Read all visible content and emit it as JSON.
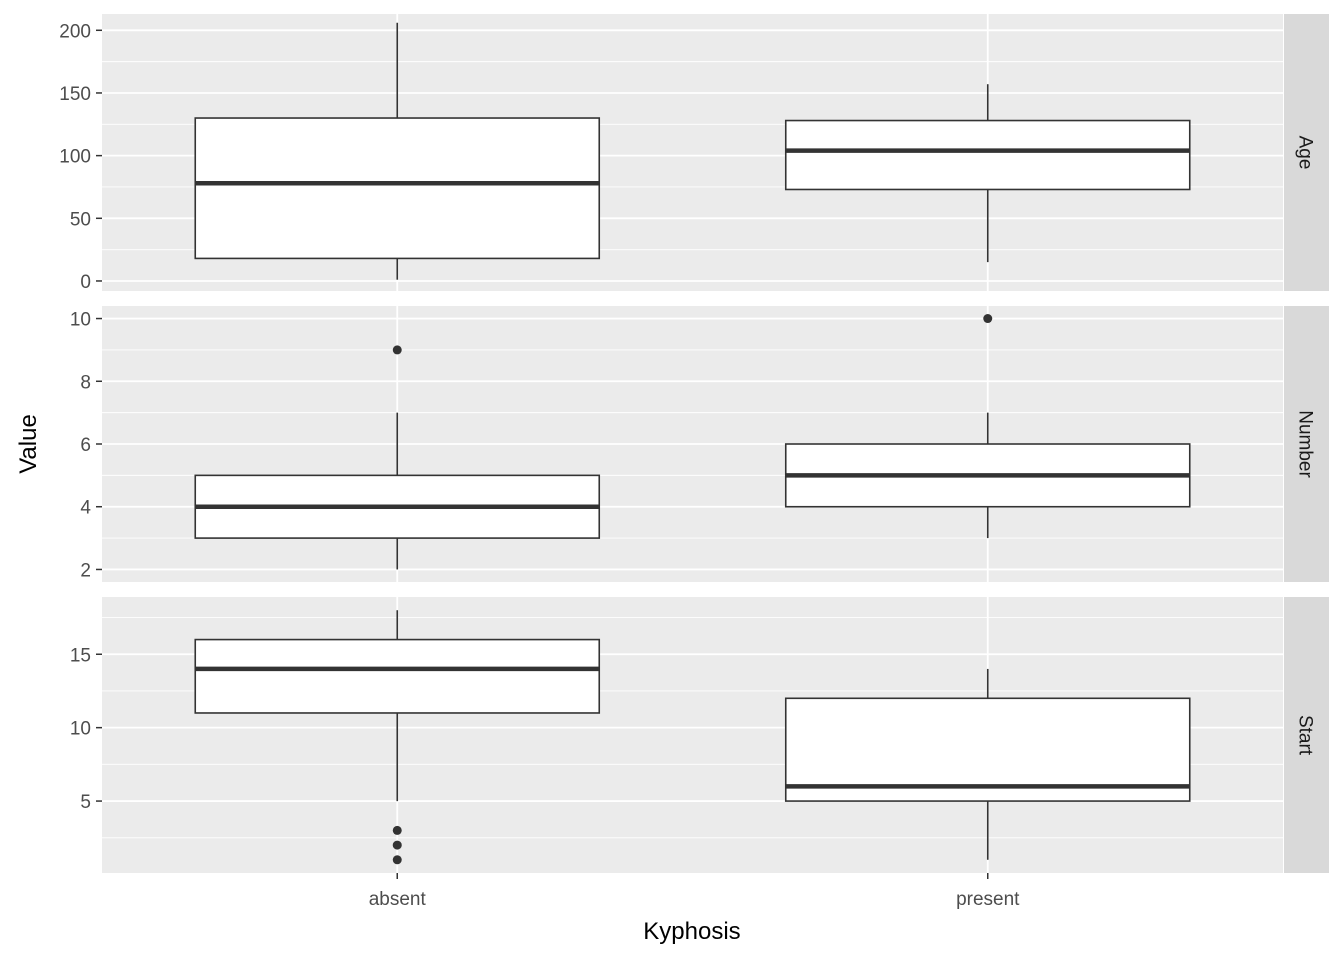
{
  "chart_data": {
    "type": "box",
    "xlabel": "Kyphosis",
    "ylabel": "Value",
    "categories": [
      "absent",
      "present"
    ],
    "facets": [
      {
        "label": "Age",
        "ylim": [
          -8,
          213
        ],
        "yticks": [
          0,
          50,
          100,
          150,
          200
        ],
        "boxes": [
          {
            "category": "absent",
            "whisker_low": 1,
            "q1": 18,
            "median": 78,
            "q3": 130,
            "whisker_high": 206,
            "outliers": []
          },
          {
            "category": "present",
            "whisker_low": 15,
            "q1": 73,
            "median": 104,
            "q3": 128,
            "whisker_high": 157,
            "outliers": []
          }
        ]
      },
      {
        "label": "Number",
        "ylim": [
          1.6,
          10.4
        ],
        "yticks": [
          2,
          4,
          6,
          8,
          10
        ],
        "boxes": [
          {
            "category": "absent",
            "whisker_low": 2,
            "q1": 3,
            "median": 4,
            "q3": 5,
            "whisker_high": 7,
            "outliers": [
              9
            ]
          },
          {
            "category": "present",
            "whisker_low": 3,
            "q1": 4,
            "median": 5,
            "q3": 6,
            "whisker_high": 7,
            "outliers": [
              10
            ]
          }
        ]
      },
      {
        "label": "Start",
        "ylim": [
          0.1,
          18.9
        ],
        "yticks": [
          5,
          10,
          15
        ],
        "boxes": [
          {
            "category": "absent",
            "whisker_low": 5,
            "q1": 11,
            "median": 14,
            "q3": 16,
            "whisker_high": 18,
            "outliers": [
              1,
              2,
              3
            ]
          },
          {
            "category": "present",
            "whisker_low": 1,
            "q1": 5,
            "median": 6,
            "q3": 12,
            "whisker_high": 14,
            "outliers": []
          }
        ]
      }
    ],
    "colors": {
      "panel_background": "#ebebeb",
      "strip_background": "#d9d9d9",
      "grid": "#ffffff",
      "box_fill": "#ffffff",
      "box_line": "#333333"
    },
    "grid": true
  }
}
